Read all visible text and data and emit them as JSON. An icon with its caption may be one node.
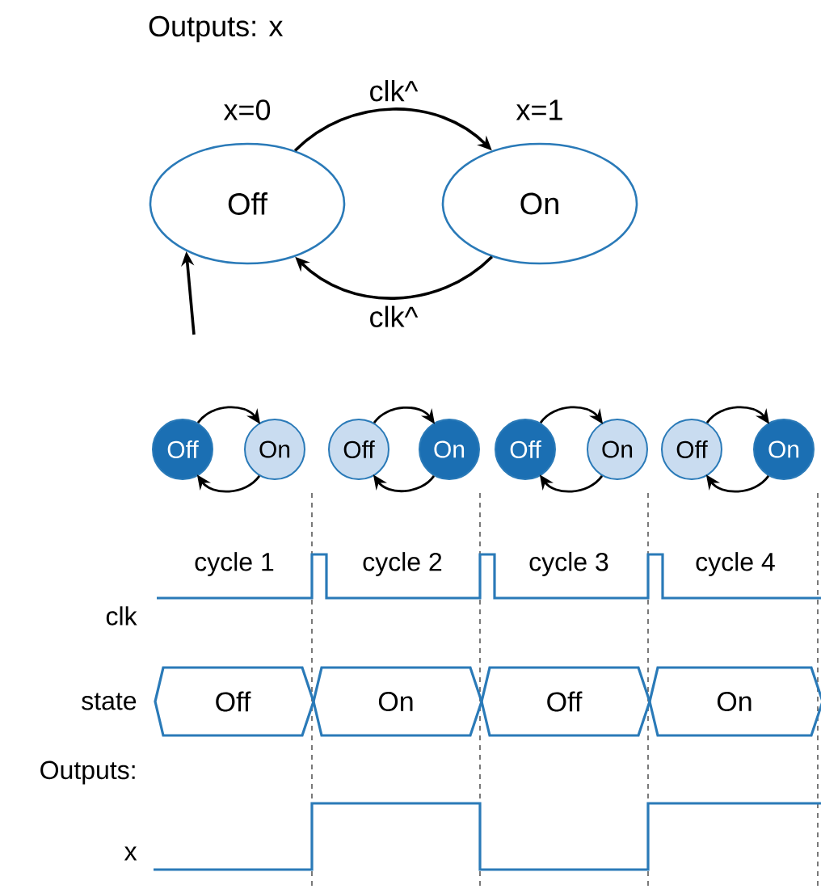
{
  "diagram": {
    "title": "Outputs: x",
    "nodes": [
      {
        "text": [
          "Off"
        ],
        "beside": [
          "x=0"
        ]
      },
      {
        "text": [
          "On"
        ],
        "beside": [
          "x=1"
        ]
      },
      {
        "text": [
          "Off"
        ]
      },
      {
        "text": [
          "On"
        ]
      },
      {
        "text": [
          "Off"
        ]
      },
      {
        "text": [
          "On"
        ]
      },
      {
        "text": [
          "Off"
        ]
      },
      {
        "text": [
          "On"
        ]
      },
      {
        "text": [
          "Off"
        ]
      },
      {
        "text": [
          "On"
        ]
      },
      {
        "text": [
          "Off"
        ]
      },
      {
        "text": [
          "On"
        ]
      },
      {
        "text": [
          "Off"
        ]
      },
      {
        "text": [
          "On"
        ]
      }
    ],
    "edges": [
      {
        "from": 0,
        "to": 1,
        "arrow": "to",
        "label": "clk^"
      },
      {
        "from": 1,
        "to": 0,
        "arrow": "to",
        "label": "clk^"
      },
      {
        "from": null,
        "to": 0,
        "arrow": "to"
      },
      {
        "from": 2,
        "to": 3,
        "arrow": "to"
      },
      {
        "from": 3,
        "to": 2,
        "arrow": "to"
      },
      {
        "from": 4,
        "to": 5,
        "arrow": "to"
      },
      {
        "from": 5,
        "to": 4,
        "arrow": "to"
      },
      {
        "from": 6,
        "to": 7,
        "arrow": "to"
      },
      {
        "from": 7,
        "to": 6,
        "arrow": "to"
      },
      {
        "from": 8,
        "to": 9,
        "arrow": "to"
      },
      {
        "from": 9,
        "to": 8,
        "arrow": "to"
      }
    ],
    "labels": [
      "cycle 1",
      "cycle 2",
      "cycle 3",
      "cycle 4",
      "clk",
      "state",
      "Outputs:",
      "x"
    ]
  }
}
